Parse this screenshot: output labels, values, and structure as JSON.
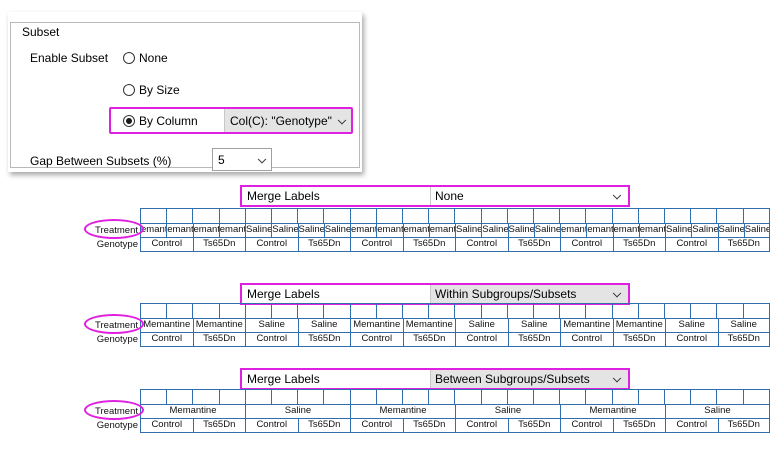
{
  "subset": {
    "title": "Subset",
    "enable_label": "Enable Subset",
    "options": {
      "none": "None",
      "by_size": "By Size",
      "by_column": "By Column"
    },
    "selected": "by_column",
    "column_value": "Col(C): \"Genotype\"",
    "gap_label": "Gap Between Subsets (%)",
    "gap_value": "5"
  },
  "merge": {
    "label": "Merge Labels",
    "options": [
      "None",
      "Within Subgroups/Subsets",
      "Between Subgroups/Subsets"
    ]
  },
  "axis": {
    "treatment_label": "Treatment",
    "genotype_label": "Genotype",
    "none_treatment": [
      "emant",
      "emant",
      "emant",
      "emant",
      "Saline",
      "Saline",
      "Saline",
      "Saline",
      "emant",
      "emant",
      "emant",
      "emant",
      "Saline",
      "Saline",
      "Saline",
      "Saline",
      "emant",
      "emant",
      "emant",
      "emant",
      "Saline",
      "Saline",
      "Saline",
      "Saline"
    ],
    "within_treatment": [
      "Memantine",
      "Memantine",
      "Saline",
      "Saline",
      "Memantine",
      "Memantine",
      "Saline",
      "Saline",
      "Memantine",
      "Memantine",
      "Saline",
      "Saline"
    ],
    "between_treatment": [
      "Memantine",
      "Saline",
      "Memantine",
      "Saline",
      "Memantine",
      "Saline"
    ],
    "genotype": [
      "Control",
      "Ts65Dn",
      "Control",
      "Ts65Dn",
      "Control",
      "Ts65Dn",
      "Control",
      "Ts65Dn",
      "Control",
      "Ts65Dn",
      "Control",
      "Ts65Dn"
    ]
  }
}
